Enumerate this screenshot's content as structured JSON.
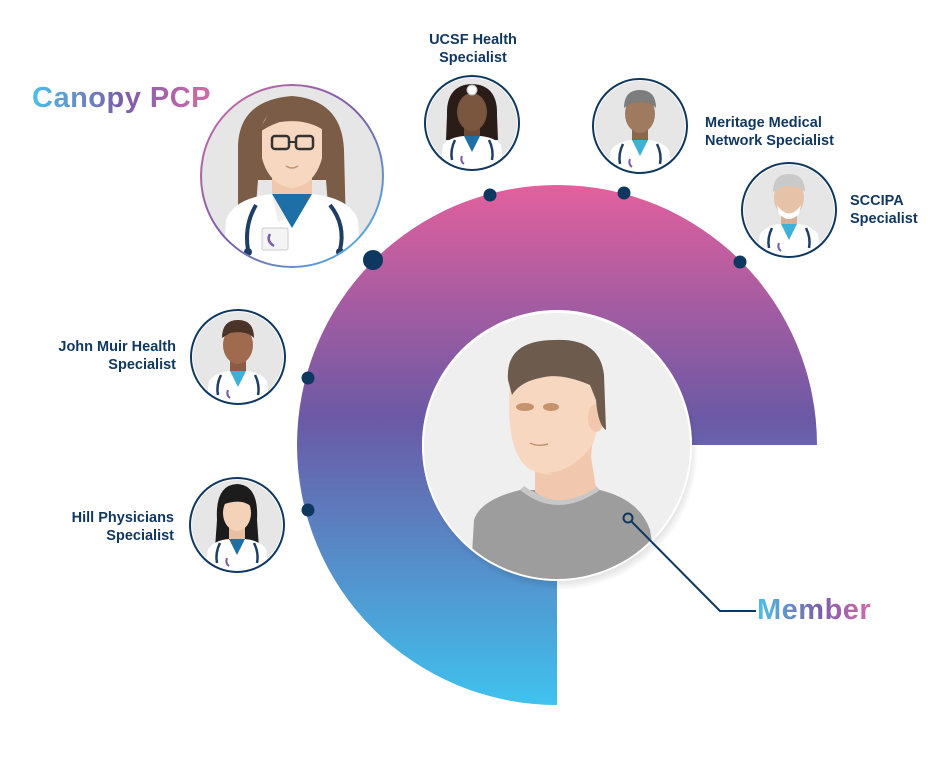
{
  "canopy_pcp": {
    "title": "Canopy PCP"
  },
  "member": {
    "title": "Member"
  },
  "specialists": [
    {
      "id": "ucsf",
      "line1": "UCSF Health",
      "line2": "Specialist"
    },
    {
      "id": "meritage",
      "line1": "Meritage Medical",
      "line2": "Network Specialist"
    },
    {
      "id": "sccipa",
      "line1": "SCCIPA",
      "line2": "Specialist"
    },
    {
      "id": "john-muir",
      "line1": "John Muir Health",
      "line2": "Specialist"
    },
    {
      "id": "hill",
      "line1": "Hill Physicians",
      "line2": "Specialist"
    }
  ],
  "colors": {
    "ring_top": "#e2609d",
    "ring_mid": "#6b59a5",
    "ring_bottom": "#3fc2ee",
    "navy": "#0f3860",
    "brand_start": "#4cc1e8",
    "brand_end": "#d36ba7"
  }
}
